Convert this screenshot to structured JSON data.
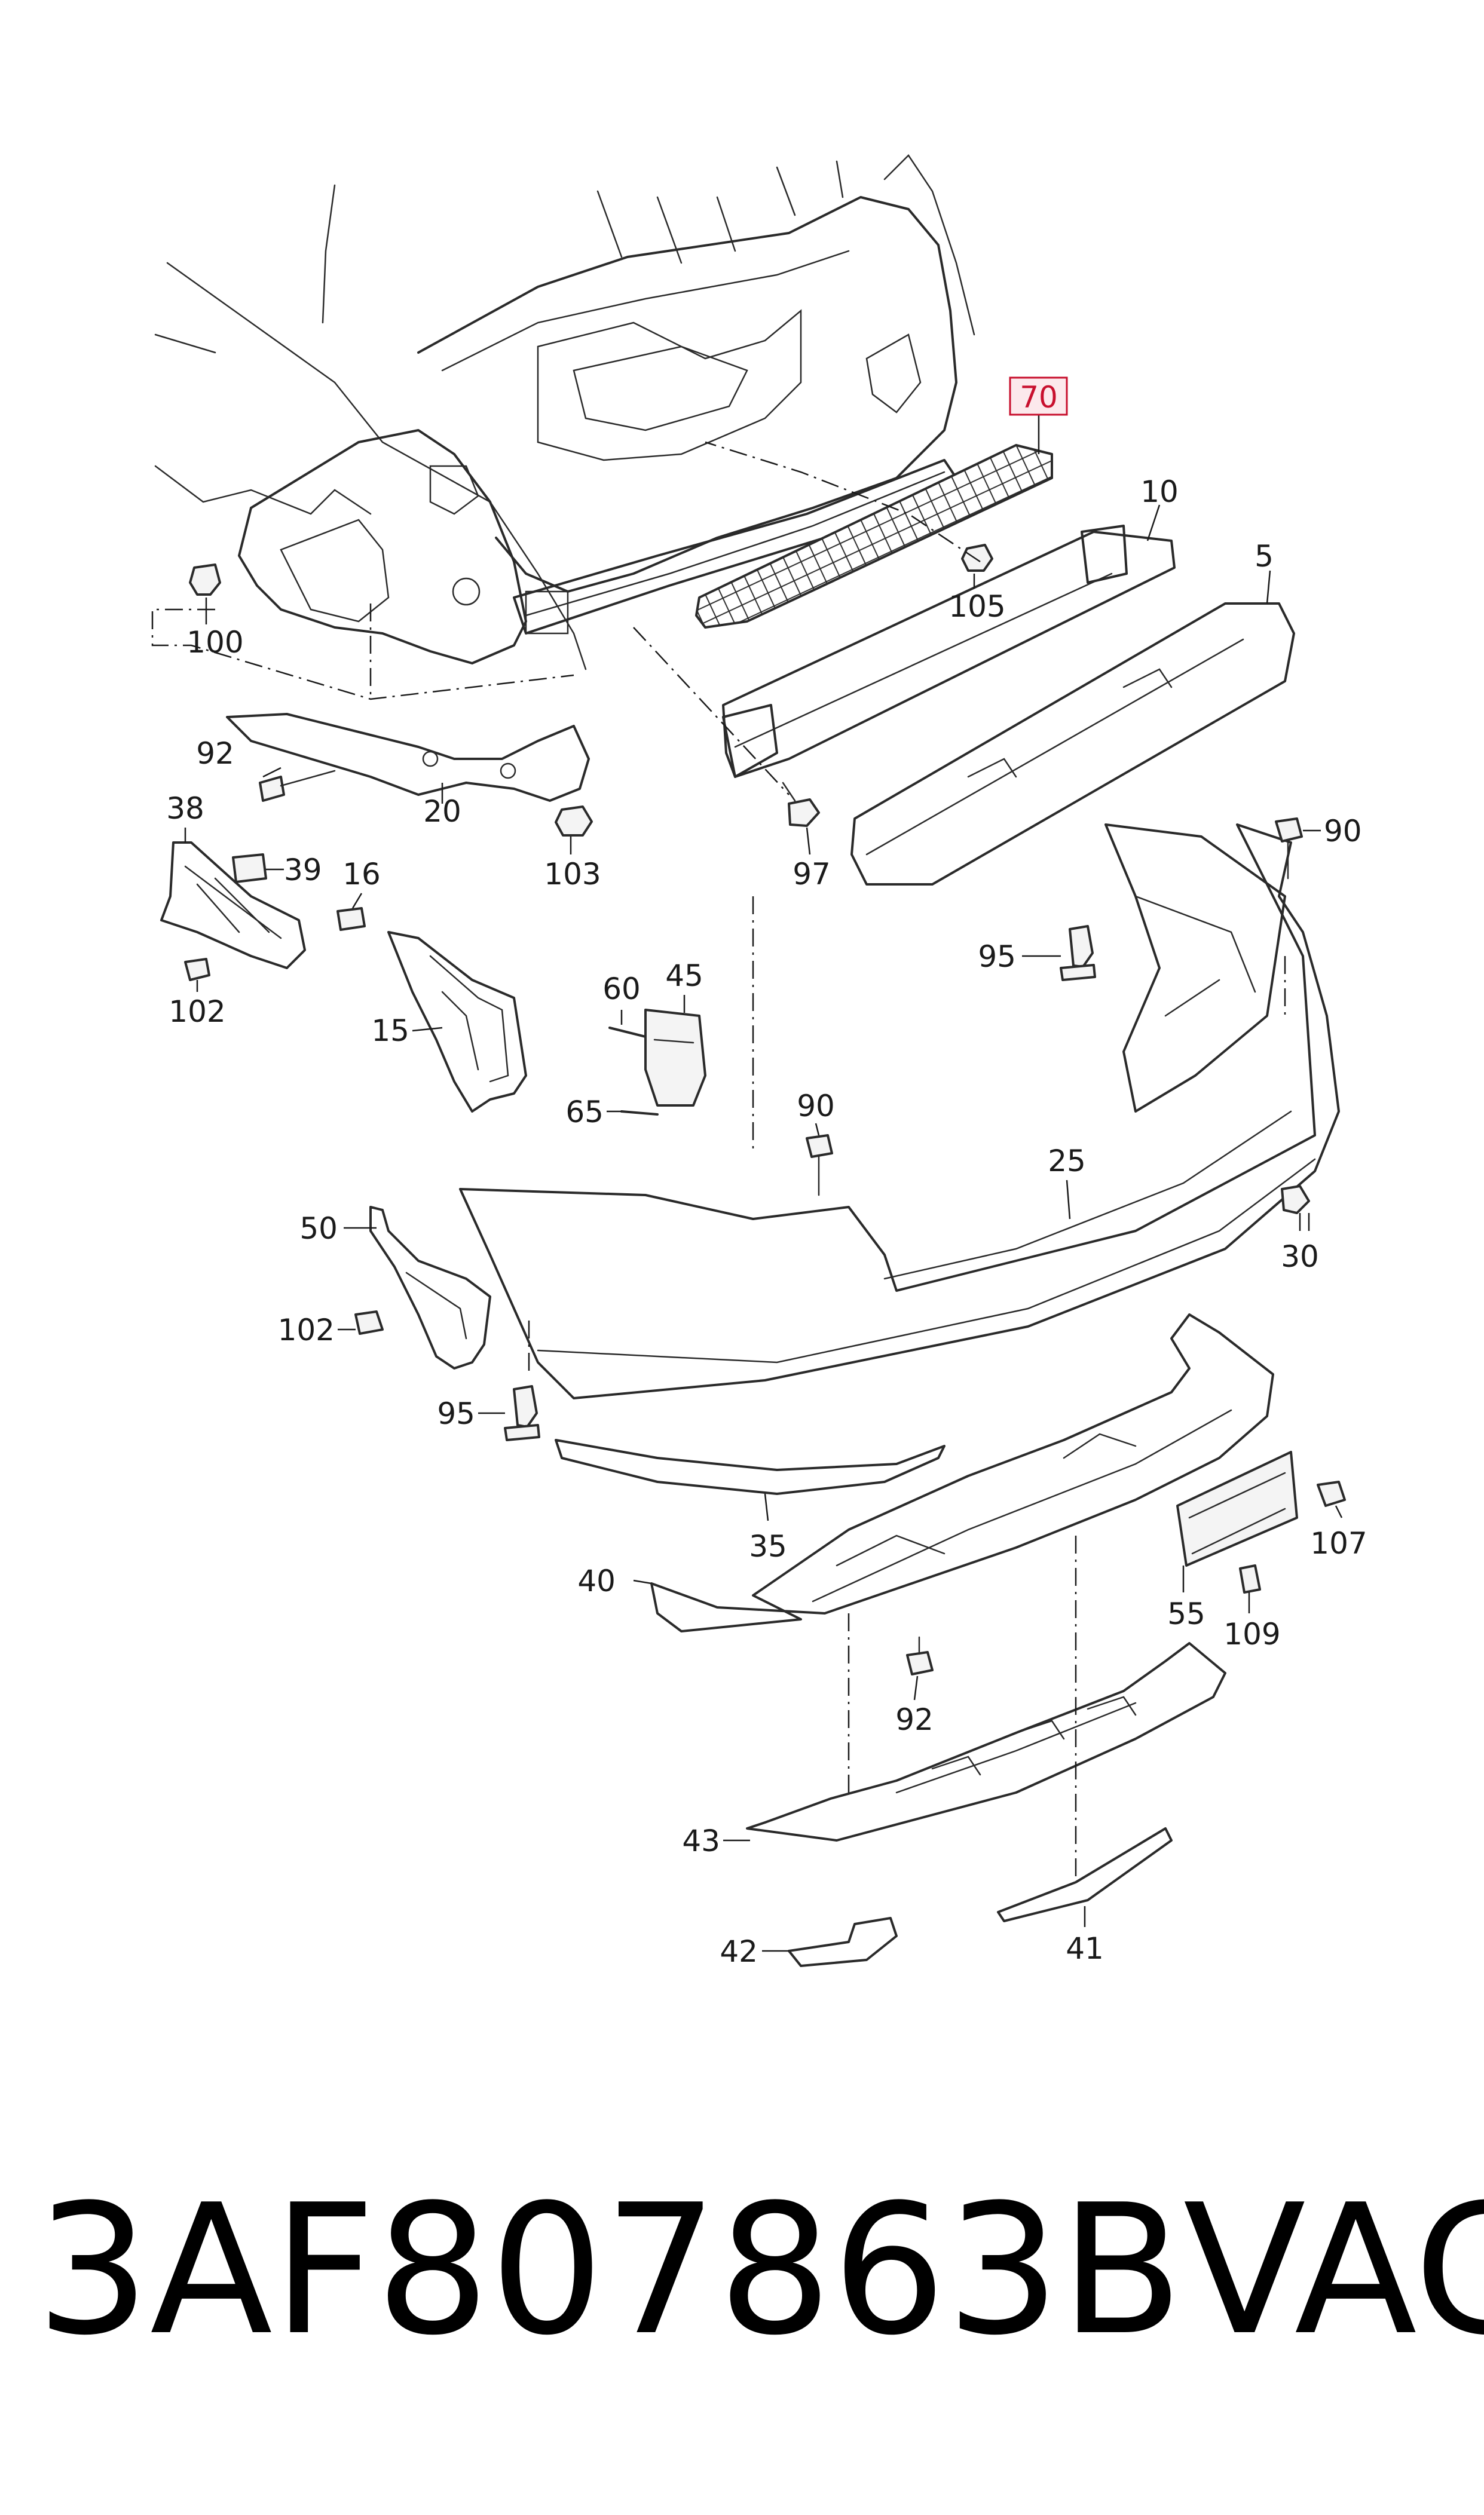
{
  "highlight_color": "#c8102e",
  "callouts": {
    "c70": "70",
    "c10": "10",
    "c5": "5",
    "c105": "105",
    "c100": "100",
    "c92a": "92",
    "c20": "20",
    "c103": "103",
    "c97": "97",
    "c38": "38",
    "c39": "39",
    "c16": "16",
    "c90a": "90",
    "c95a": "95",
    "c102a": "102",
    "c15": "15",
    "c60": "60",
    "c45": "45",
    "c65": "65",
    "c90b": "90",
    "c25": "25",
    "c30": "30",
    "c50": "50",
    "c102b": "102",
    "c95b": "95",
    "c35": "35",
    "c107": "107",
    "c40": "40",
    "c55": "55",
    "c109": "109",
    "c92b": "92",
    "c43": "43",
    "c41": "41",
    "c42": "42"
  },
  "caption": {
    "part_number": "3AF807863B",
    "brand": "VAG"
  }
}
